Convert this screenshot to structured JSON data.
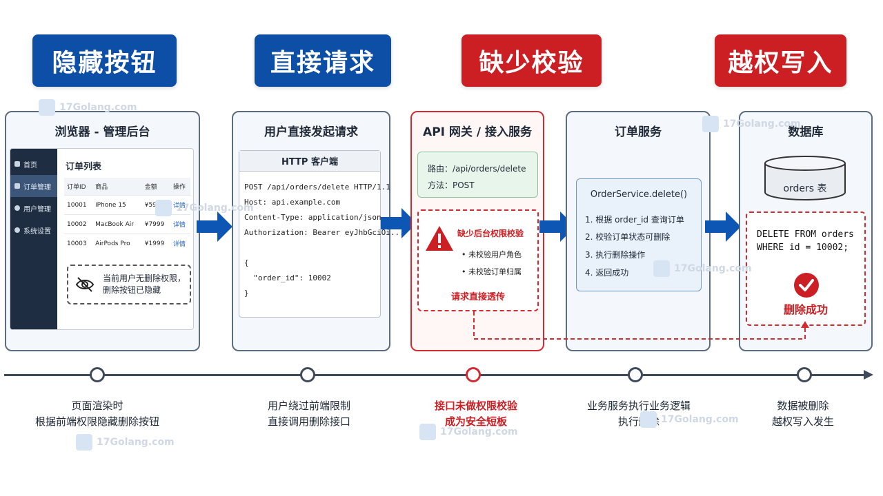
{
  "stages": [
    {
      "label": "隐藏按钮",
      "color": "#0d4ea6"
    },
    {
      "label": "直接请求",
      "color": "#0d4ea6"
    },
    {
      "label": "缺少校验",
      "color": "#cc1f24"
    },
    {
      "label": "越权写入",
      "color": "#cc1f24"
    }
  ],
  "browser": {
    "title": "浏览器 - 管理后台",
    "sidebar": [
      "首页",
      "订单管理",
      "用户管理",
      "系统设置"
    ],
    "list_title": "订单列表",
    "columns": [
      "订单ID",
      "商品",
      "金额",
      "操作"
    ],
    "rows": [
      [
        "10001",
        "iPhone 15",
        "¥5999",
        "详情"
      ],
      [
        "10002",
        "MacBook Air",
        "¥7999",
        "详情"
      ],
      [
        "10003",
        "AirPods Pro",
        "¥1999",
        "详情"
      ]
    ],
    "hidden_note_1": "当前用户无删除权限，",
    "hidden_note_2": "删除按钮已隐藏"
  },
  "request": {
    "title": "用户直接发起请求",
    "client": "HTTP 客户端",
    "body": "POST /api/orders/delete HTTP/1.1\nHost: api.example.com\nContent-Type: application/json\nAuthorization: Bearer eyJhbGciOi...\n\n{\n  \"order_id\": 10002\n}"
  },
  "gateway": {
    "title": "API 网关 / 接入服务",
    "route": "路由：/api/orders/delete",
    "method": "方法：POST",
    "missing_title": "缺少后台权限校验",
    "missing_items": [
      "未校验用户角色",
      "未校验订单归属"
    ],
    "passthrough": "请求直接透传"
  },
  "service": {
    "title": "订单服务",
    "func": "OrderService.delete()",
    "steps": [
      "1. 根据 order_id 查询订单",
      "2. 校验订单状态可删除",
      "3. 执行删除操作",
      "4. 返回成功"
    ]
  },
  "database": {
    "title": "数据库",
    "table": "orders 表",
    "sql": "DELETE FROM orders\nWHERE id = 10002;",
    "result": "删除成功"
  },
  "timeline": [
    {
      "line1": "页面渲染时",
      "line2": "根据前端权限隐藏删除按钮"
    },
    {
      "line1": "用户绕过前端限制",
      "line2": "直接调用删除接口"
    },
    {
      "line1": "接口未做权限校验",
      "line2": "成为安全短板"
    },
    {
      "line1": "业务服务执行业务逻辑",
      "line2": "执行删除"
    },
    {
      "line1": "数据被删除",
      "line2": "越权写入发生"
    }
  ],
  "watermark": "17Golang.com",
  "colors": {
    "blue": "#0d4ea6",
    "red": "#cc1f24",
    "arrow": "#0d56b3"
  }
}
